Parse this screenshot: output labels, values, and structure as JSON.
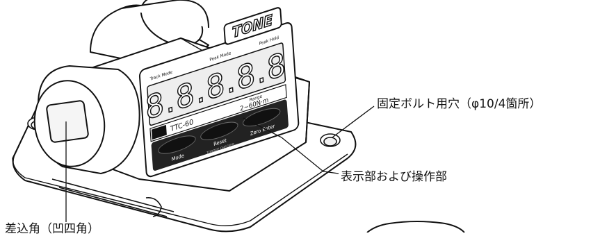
{
  "device": {
    "brand": "TONE",
    "model": "TTC-60",
    "top_labels": [
      "Track Mode",
      "Peak Mode",
      "Peak Hold"
    ],
    "display_readout": "8.8.8.8.8",
    "range_label": "Range",
    "range_value": "2~60N·m",
    "buttons": [
      "Mode",
      "Reset",
      "Zero Enter"
    ],
    "button_caption": "TORQUE CHECKER"
  },
  "callouts": {
    "bolt_holes": "固定ボルト用穴（φ10/4箇所）",
    "display_panel": "表示部および操作部",
    "socket": "差込角（凹四角）"
  },
  "colors": {
    "line": "#111111",
    "paper": "#ffffff",
    "lcd": "#eeeeee",
    "panel": "#222222"
  }
}
